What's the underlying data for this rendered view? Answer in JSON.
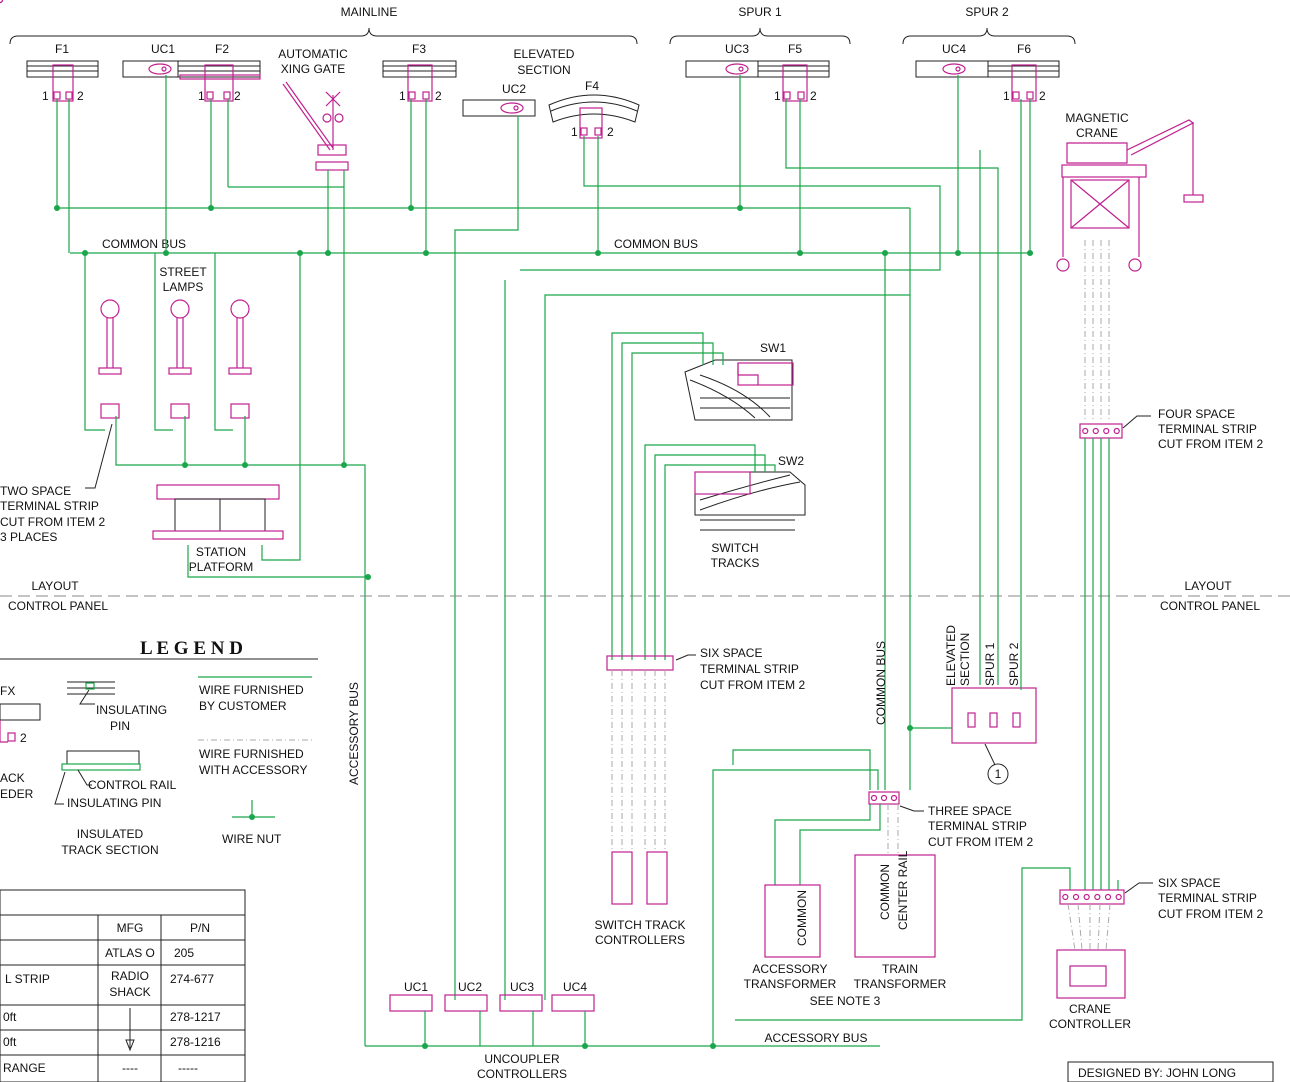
{
  "headers": {
    "mainline": "MAINLINE",
    "spur1": "SPUR 1",
    "spur2": "SPUR 2"
  },
  "feeders": {
    "f1": "F1",
    "f2": "F2",
    "f3": "F3",
    "f4": "F4",
    "f5": "F5",
    "f6": "F6",
    "pin1": "1",
    "pin2": "2"
  },
  "uncouplers": {
    "uc1": "UC1",
    "uc2": "UC2",
    "uc3": "UC3",
    "uc4": "UC4"
  },
  "labels": {
    "xing_gate": [
      "AUTOMATIC",
      "XING GATE"
    ],
    "elevated_section": [
      "ELEVATED",
      "SECTION"
    ],
    "common_bus": "COMMON BUS",
    "street_lamps": [
      "STREET",
      "LAMPS"
    ],
    "magnetic_crane": [
      "MAGNETIC",
      "CRANE"
    ],
    "sw1": "SW1",
    "sw2": "SW2",
    "switch_tracks": [
      "SWITCH",
      "TRACKS"
    ],
    "two_space": [
      "TWO SPACE",
      "TERMINAL STRIP",
      "CUT FROM ITEM 2",
      "3 PLACES"
    ],
    "station_platform": [
      "STATION",
      "PLATFORM"
    ],
    "layout_left": "LAYOUT",
    "control_panel_left": "CONTROL PANEL",
    "layout_right": "LAYOUT",
    "control_panel_right": "CONTROL PANEL",
    "four_space": [
      "FOUR SPACE",
      "TERMINAL STRIP",
      "CUT FROM ITEM 2"
    ],
    "six_space_mid": [
      "SIX SPACE",
      "TERMINAL STRIP",
      "CUT FROM ITEM 2"
    ],
    "six_space_right": [
      "SIX SPACE",
      "TERMINAL STRIP",
      "CUT FROM ITEM 2"
    ],
    "three_space": [
      "THREE SPACE",
      "TERMINAL STRIP",
      "CUT FROM ITEM 2"
    ],
    "accessory_bus_vertical": "ACCESSORY BUS",
    "accessory_bus_bottom": "ACCESSORY BUS",
    "common_bus_vertical": "COMMON BUS",
    "panel_elevated": [
      "ELEVATED",
      "SECTION"
    ],
    "panel_spur1": "SPUR 1",
    "panel_spur2": "SPUR 2",
    "callout": "1",
    "switch_track_controllers": [
      "SWITCH TRACK",
      "CONTROLLERS"
    ],
    "accessory_transformer": [
      "ACCESSORY",
      "TRANSFORMER"
    ],
    "train_transformer": [
      "TRAIN",
      "TRANSFORMER"
    ],
    "common": "COMMON",
    "common_center_rail": [
      "COMMON",
      "CENTER RAIL"
    ],
    "see_note": "SEE NOTE 3",
    "uncoupler_controllers": [
      "UNCOUPLER",
      "CONTROLLERS"
    ],
    "crane_controller": [
      "CRANE",
      "CONTROLLER"
    ],
    "designed_by": "DESIGNED BY: JOHN LONG"
  },
  "legend": {
    "title": "L E G E N D",
    "fx": "FX",
    "fx_pin": "2",
    "track_feeder": [
      "ACK",
      "EDER"
    ],
    "insulating_pin": [
      "INSULATING",
      "PIN"
    ],
    "control_rail": "CONTROL RAIL",
    "insulating_pin2": "INSULATING PIN",
    "insulated_track": [
      "INSULATED",
      "TRACK SECTION"
    ],
    "wire_customer": [
      "WIRE FURNISHED",
      "BY CUSTOMER"
    ],
    "wire_accessory": [
      "WIRE FURNISHED",
      "WITH ACCESSORY"
    ],
    "wire_nut": "WIRE NUT"
  },
  "parts_table": {
    "headers": [
      "MFG",
      "P/N"
    ],
    "rows": [
      {
        "desc": "",
        "mfg": "ATLAS O",
        "pn": "205"
      },
      {
        "desc": "L STRIP",
        "mfg": "RADIO SHACK",
        "pn": "274-677"
      },
      {
        "desc": "0ft",
        "mfg": "",
        "pn": "278-1217"
      },
      {
        "desc": "0ft",
        "mfg": "",
        "pn": "278-1216"
      },
      {
        "desc": "RANGE",
        "mfg": "----",
        "pn": "-----"
      }
    ]
  },
  "colors": {
    "wire": "#1aa64a",
    "component": "#c0208f",
    "text": "#111111"
  }
}
